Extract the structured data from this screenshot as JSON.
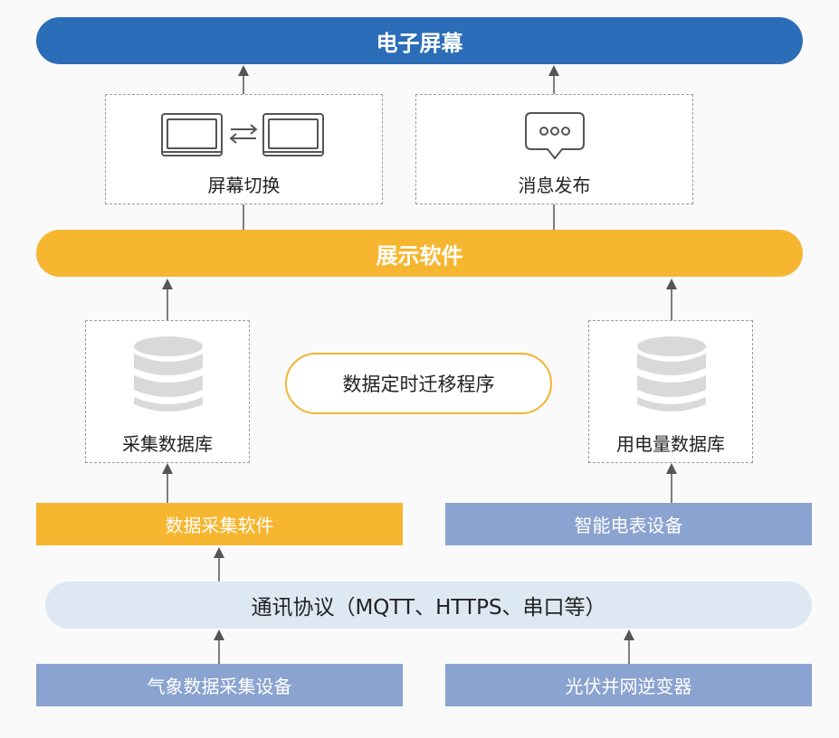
{
  "top_bar": {
    "label": "电子屏幕"
  },
  "screen_switch": {
    "label": "屏幕切换",
    "icon": "screen-switch-icon"
  },
  "message_publish": {
    "label": "消息发布",
    "icon": "chat-bubble-icon"
  },
  "display_bar": {
    "label": "展示软件"
  },
  "collect_db": {
    "label": "采集数据库",
    "icon": "database-icon"
  },
  "migration": {
    "label": "数据定时迁移程序"
  },
  "power_db": {
    "label": "用电量数据库",
    "icon": "database-icon"
  },
  "collect_software": {
    "label": "数据采集软件"
  },
  "smart_meter": {
    "label": "智能电表设备"
  },
  "protocol_bar": {
    "label": "通讯协议（MQTT、HTTPS、串口等）"
  },
  "weather_device": {
    "label": "气象数据采集设备"
  },
  "inverter": {
    "label": "光伏并网逆变器"
  },
  "colors": {
    "blue": "#2b6db8",
    "yellow": "#f6b630",
    "slate_blue": "#8aa3d0",
    "light_blue": "#dde8f3",
    "arrow": "#555555"
  }
}
